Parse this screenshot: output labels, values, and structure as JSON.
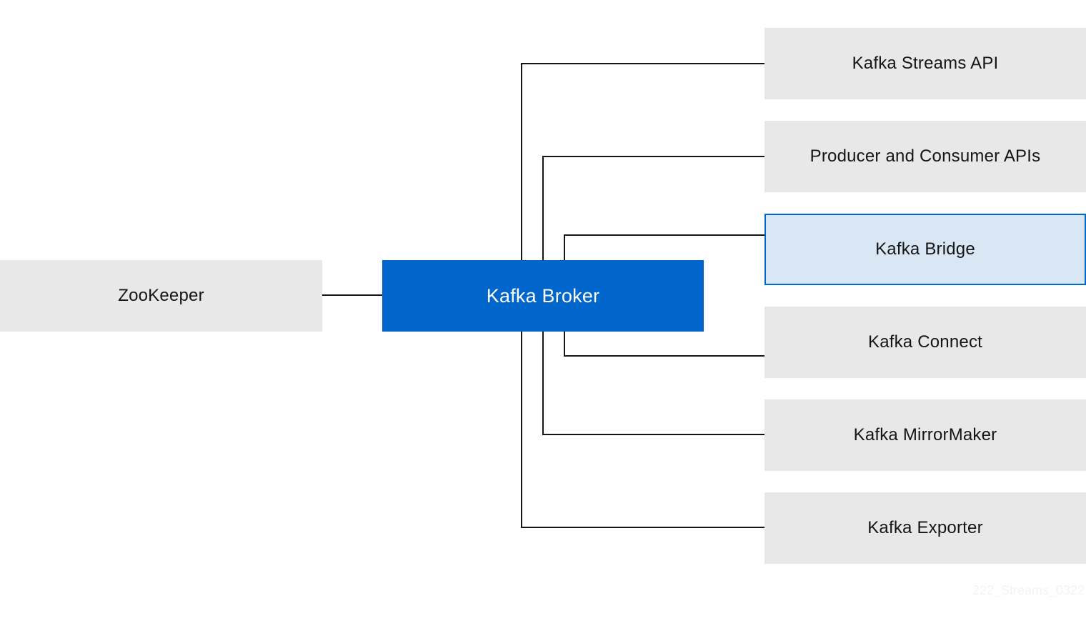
{
  "nodes": {
    "zookeeper": "ZooKeeper",
    "broker": "Kafka Broker",
    "streams_api": "Kafka Streams API",
    "producer_consumer_apis": "Producer and Consumer APIs",
    "bridge": "Kafka Bridge",
    "connect": "Kafka Connect",
    "mirrormaker": "Kafka MirrorMaker",
    "exporter": "Kafka Exporter"
  },
  "figure_id": "222_Streams_0322",
  "colors": {
    "broker_fill": "#0066cc",
    "node_fill": "#e8e8e8",
    "highlight_fill": "#d9e7f5",
    "highlight_border": "#0066cc",
    "connector": "#151515"
  }
}
